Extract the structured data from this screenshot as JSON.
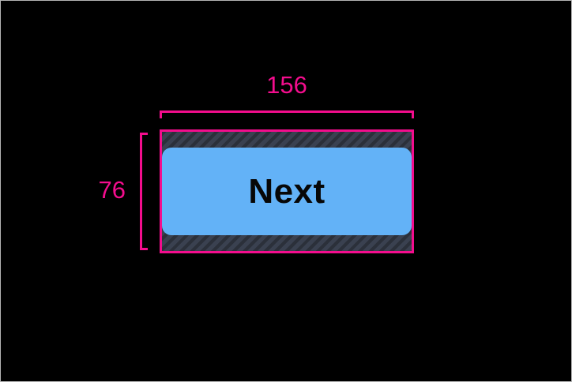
{
  "figure": {
    "description": "Touch target size specification diagram for a button",
    "button": {
      "label": "Next"
    },
    "annotations": {
      "width": {
        "value": "156"
      },
      "height": {
        "value": "76"
      }
    },
    "colors": {
      "annotation_pink": "#f30d8d",
      "button_blue": "#63b2f7",
      "button_text": "#070707",
      "hatch_background": "#3a4150",
      "hatch_stripe": "#2b303a",
      "canvas_background": "#000000",
      "frame_border": "#b5b5b5"
    }
  }
}
